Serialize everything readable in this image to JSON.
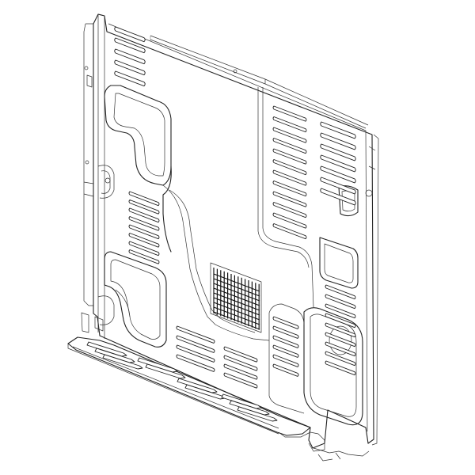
{
  "diagram": {
    "kind": "line-art",
    "subject": "back-panel",
    "colors": {
      "line": "#222222",
      "background": "#ffffff",
      "grille": "#111111"
    },
    "louver_groups": [
      {
        "name": "top-left-louvers",
        "count": 5
      },
      {
        "name": "upper-right-louvers-left-column",
        "count": 12
      },
      {
        "name": "upper-right-louvers-right-column",
        "count": 7
      },
      {
        "name": "center-louvers",
        "count": 8
      },
      {
        "name": "lower-right-louvers",
        "count": 9
      },
      {
        "name": "bottom-center-louvers",
        "count": 6
      },
      {
        "name": "bottom-middle-louvers",
        "count": 4
      },
      {
        "name": "base-flange-slots",
        "count": 10
      }
    ]
  }
}
